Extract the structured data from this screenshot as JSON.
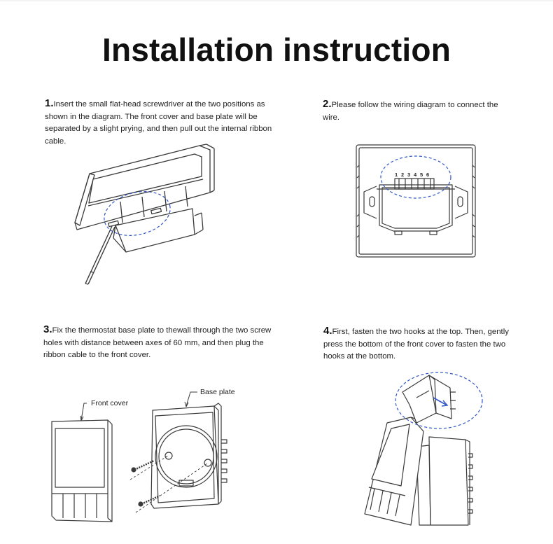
{
  "page": {
    "title": "Installation instruction"
  },
  "steps": [
    {
      "number": "1.",
      "text": "Insert the small flat-head screwdriver at the two positions as shown in the diagram. The front cover and base plate will be separated by a slight prying, and then pull out the internal ribbon cable."
    },
    {
      "number": "2.",
      "text": "Please follow the wiring diagram to connect the wire."
    },
    {
      "number": "3.",
      "text": "Fix the thermostat base plate to thewall through the two screw holes with distance between axes of 60 mm, and then plug the ribbon cable to the front cover."
    },
    {
      "number": "4.",
      "text": "First, fasten the two hooks at the top. Then, gently press the bottom of the front cover to fasten the two hooks at the bottom."
    }
  ],
  "wiring": {
    "terminals": [
      "1",
      "2",
      "3",
      "4",
      "5",
      "6"
    ]
  },
  "labels": {
    "front_cover": "Front cover",
    "base_plate": "Base plate"
  },
  "colors": {
    "outline": "#3a3a3a",
    "highlight_dash": "#2f55c8"
  }
}
